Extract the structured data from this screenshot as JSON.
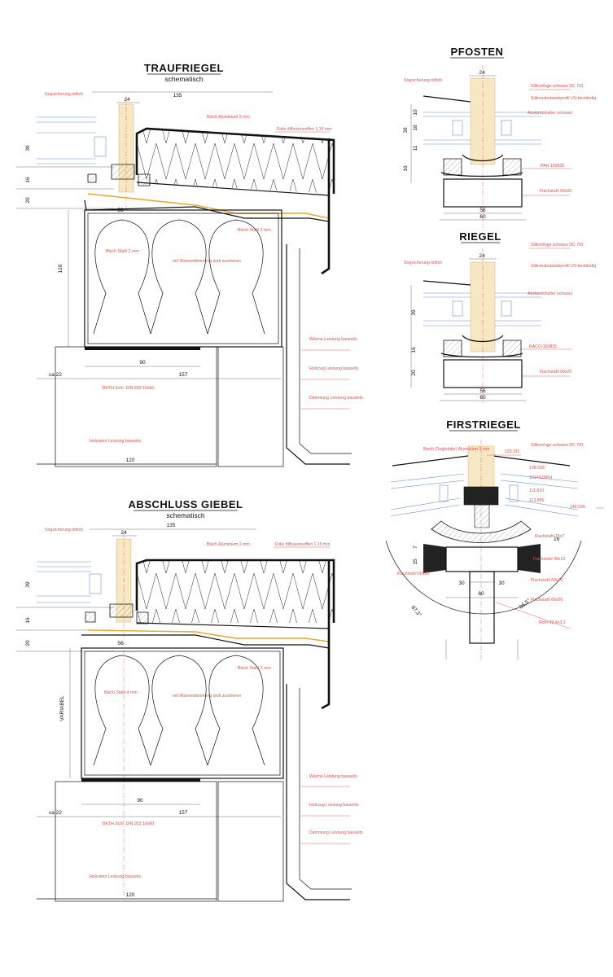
{
  "sections": {
    "traufriegel": {
      "title": "TRAUFRIEGEL",
      "subtitle": "schematisch"
    },
    "abschluss_giebel": {
      "title": "ABSCHLUSS GIEBEL",
      "subtitle": "schematisch"
    },
    "pfosten": {
      "title": "PFOSTEN"
    },
    "riegel": {
      "title": "RIEGEL"
    },
    "firstriegel": {
      "title": "FIRSTRIEGEL"
    }
  },
  "dimensions": {
    "traufriegel": [
      "135",
      "24",
      "39",
      "16",
      "20",
      "56",
      "120",
      "90",
      "ca.22",
      "157",
      "120"
    ],
    "abschluss_giebel": [
      "135",
      "24",
      "39",
      "16",
      "20",
      "56",
      "VARIABEL",
      "90",
      "ca.22",
      "157",
      "120"
    ],
    "pfosten": [
      "24",
      "10",
      "18",
      "39",
      "11",
      "16",
      "56",
      "60"
    ],
    "riegel": [
      "24",
      "39",
      "16",
      "20",
      "56",
      "60"
    ],
    "firstriegel": [
      "16",
      "15",
      "7",
      "30",
      "30",
      "60",
      "87,3°",
      "86,5°"
    ]
  },
  "annotations": {
    "traufriegel": [
      "Sogsicherung örtlich",
      "Blech Aluminium 2 mm",
      "Folie diffusionsoffen 1,16 mm",
      "Blech Stahl 2 mm",
      "Blech Stahl 2 mm",
      "mit Wärmedämmung sorti zuortieren",
      "Wärme Leistung bauseits",
      "Holzzug Leistung bauseits",
      "Dämmung Leistung bauseits",
      "BKTH.Schr. DIN 933 10x60",
      "Holzstein Leistung bauseits"
    ],
    "abschluss_giebel": [
      "Sogsicherung örtlich",
      "Blech Aluminium 2 mm",
      "Folie diffusionsoffen 1,16 mm",
      "Blech Stahl 2 mm",
      "Blech Stahl 4 mm",
      "mit Wärmedämmung sorti zuortieren",
      "Wärme Leistung bauseits",
      "Holzzug Leistung bauseits",
      "Dämmung Leistung bauseits",
      "BKTH.Schr. DIN 933 10x60",
      "Holzstein Leistung bauseits"
    ],
    "pfosten": [
      "Sogsicherung örtlich",
      "Silikonfuge schwarz DC 791",
      "Silikonabstandsprofil UV-beständig",
      "Abstandshalter schwarz",
      "PAH-150835",
      "Flachstahl 60x20"
    ],
    "riegel": [
      "Sogsicherung örtlich",
      "Silikonfuge schwarz DC 791",
      "Silikonabstandsprofil UV-beständig",
      "Abstandshalter schwarz",
      "RACO-150835",
      "Flachstahl 60x20"
    ],
    "firstriegel": [
      "Blech (Sogholder) Aluminium 2 mm",
      "Silikonfuge schwarz DC 791",
      "123.311",
      "108.558",
      "1014S28PH",
      "111.810",
      "113.865",
      "140.535",
      "Flachstahl 15x7",
      "Flachstahl 40x15",
      "Flachstahl 60x20",
      "Flachstahl 60x20",
      "Flachstahl 60x20",
      "Rohr 42,4x3,2"
    ]
  },
  "colors": {
    "line": "#111111",
    "annotation": "#e0504a",
    "glass": "#6a8fd4",
    "membrane": "#e8a52a",
    "beam": "#f7e7c2"
  }
}
